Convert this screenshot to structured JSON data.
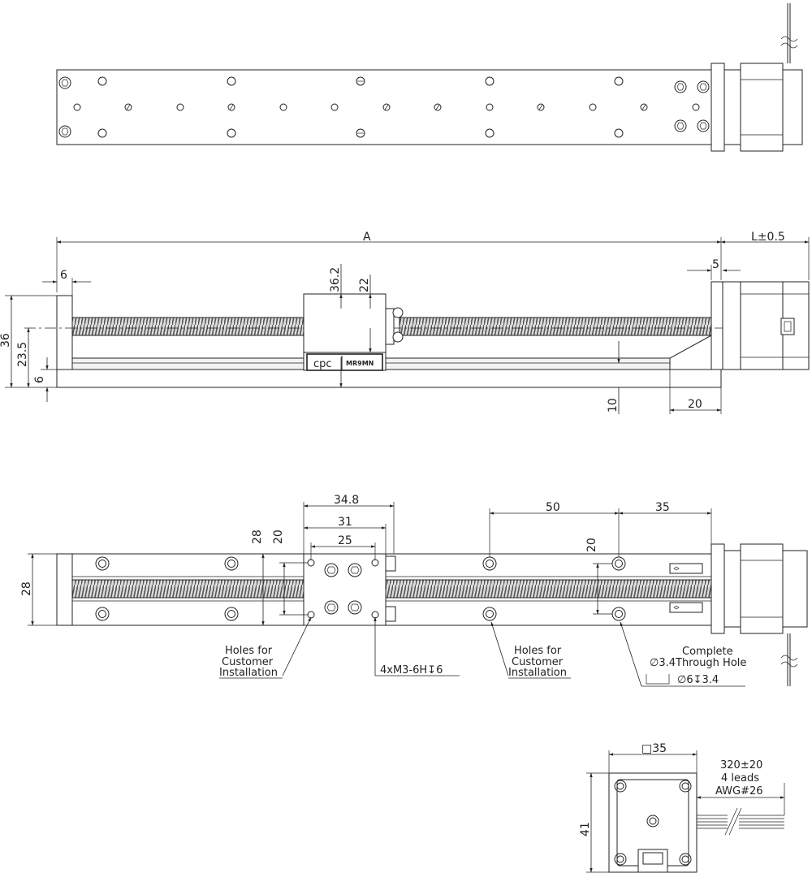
{
  "dimensions": {
    "A": "A",
    "L": "L±0.5",
    "d6_top": "6",
    "d5": "5",
    "d36_2": "36.2",
    "d22": "22",
    "d36": "36",
    "d23_5": "23.5",
    "d6_left": "6",
    "d10": "10",
    "d20_bottom": "20",
    "d34_8": "34.8",
    "d31": "31",
    "d25": "25",
    "d28_top": "28",
    "d20_left": "20",
    "d50": "50",
    "d35": "35",
    "d20_right": "20",
    "d28_side": "28",
    "d_sq35": "□35",
    "d41": "41"
  },
  "carriage_labels": {
    "brand": "cpc",
    "model": "MR9MN"
  },
  "callouts": {
    "holes_left": [
      "Holes for",
      "Customer",
      "Installation"
    ],
    "holes_right": [
      "Holes for",
      "Customer",
      "Installation"
    ],
    "thread": "4xM3-6H↧6",
    "complete": "Complete",
    "through_hole": "∅3.4Through Hole",
    "counterbore": "∅6↧3.4"
  },
  "cable": {
    "length": "320±20",
    "leads": "4 leads",
    "gauge": "AWG#26"
  }
}
